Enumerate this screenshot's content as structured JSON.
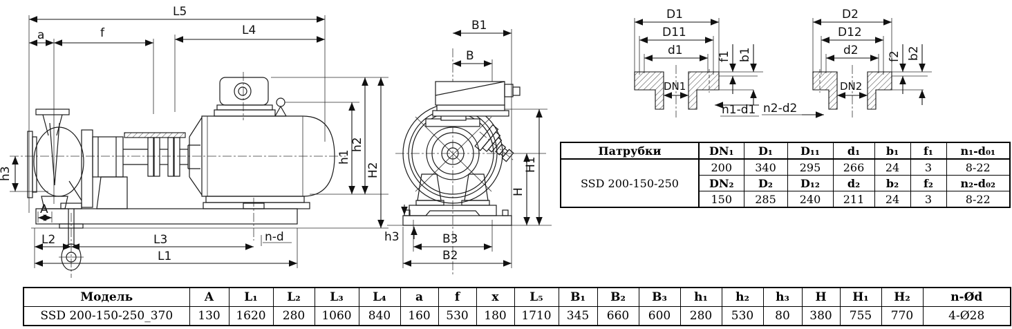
{
  "drawing_labels": {
    "L5": "L5",
    "a": "a",
    "f": "f",
    "L4": "L4",
    "h1": "h1",
    "h2": "h2",
    "H2": "H2",
    "h3_side": "h3",
    "A": "A",
    "L2": "L2",
    "L3": "L3",
    "L1": "L1",
    "nd": "n-d",
    "B1": "B1",
    "B": "B",
    "H": "H",
    "H1": "H1",
    "h3_front": "h3",
    "B3": "B3",
    "B2": "B2",
    "D1": "D1",
    "D11": "D11",
    "d1": "d1",
    "DN1": "DN1",
    "f1": "f1",
    "b1": "b1",
    "n1d1": "n1-d1",
    "n2d2": "n2-d2",
    "D2": "D2",
    "D12": "D12",
    "d2": "d2",
    "DN2": "DN2",
    "f2": "f2",
    "b2": "b2"
  },
  "nozzle_table": {
    "title": "Патрубки",
    "model": "SSD 200-150-250",
    "row1": [
      "DN₁",
      "D₁",
      "D₁₁",
      "d₁",
      "b₁",
      "f₁",
      "n₁-d₀₁"
    ],
    "row2": [
      "200",
      "340",
      "295",
      "266",
      "24",
      "3",
      "8-22"
    ],
    "row3": [
      "DN₂",
      "D₂",
      "D₁₂",
      "d₂",
      "b₂",
      "f₂",
      "n₂-d₀₂"
    ],
    "row4": [
      "150",
      "285",
      "240",
      "211",
      "24",
      "3",
      "8-22"
    ]
  },
  "model_table": {
    "headers": [
      "Модель",
      "A",
      "L₁",
      "L₂",
      "L₃",
      "L₄",
      "a",
      "f",
      "x",
      "L₅",
      "B₁",
      "B₂",
      "B₃",
      "h₁",
      "h₂",
      "h₃",
      "H",
      "H₁",
      "H₂",
      "n-Ød"
    ],
    "row": [
      "SSD 200-150-250_370",
      "130",
      "1620",
      "280",
      "1060",
      "840",
      "160",
      "530",
      "180",
      "1710",
      "345",
      "660",
      "600",
      "280",
      "530",
      "80",
      "380",
      "755",
      "770",
      "4-Ø28"
    ]
  }
}
